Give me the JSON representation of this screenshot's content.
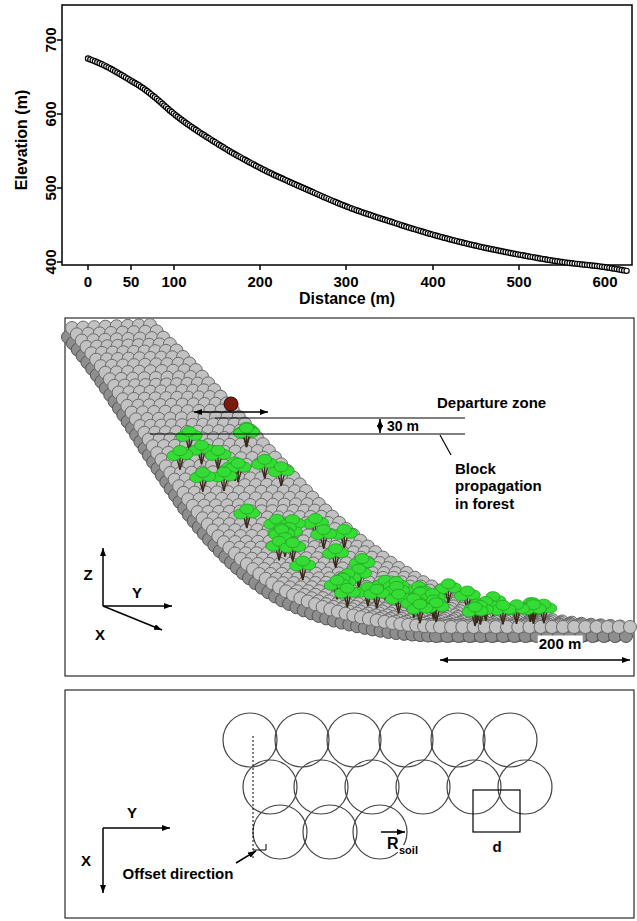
{
  "diagram": {
    "labels": [
      "700",
      "600",
      "500",
      "400",
      "0",
      "50",
      "100",
      "200",
      "300",
      "400",
      "500",
      "600",
      "Elevation (m)",
      "Distance (m)",
      "Departure zone",
      "30 m",
      "Block propagation in forest",
      "Z",
      "Y",
      "X",
      "200 m",
      "Y",
      "X",
      "Offset direction",
      "R",
      "soil",
      "d"
    ]
  }
}
